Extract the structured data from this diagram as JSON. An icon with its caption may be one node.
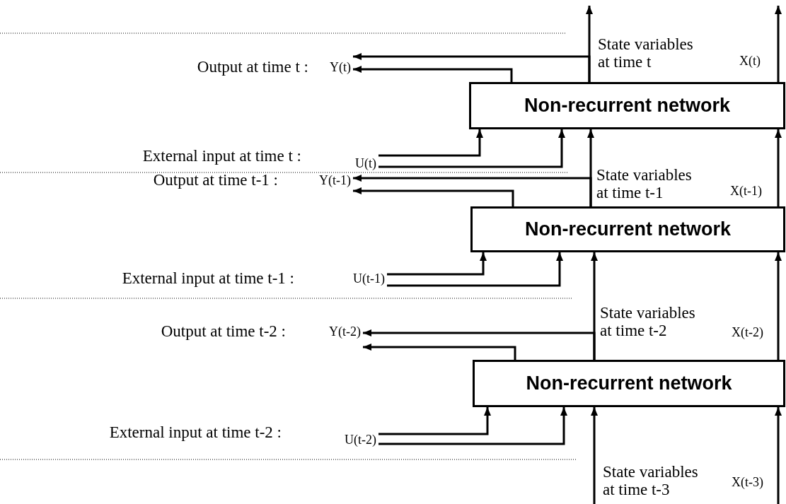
{
  "diagram": {
    "nodes": [
      {
        "text": [
          "Y(t)"
        ]
      },
      {
        "text": [
          "Non-recurrent network"
        ]
      },
      {
        "text": [
          "U(t)"
        ]
      },
      {
        "text": [
          "Y(t-1)"
        ]
      },
      {
        "text": [
          "Non-recurrent network"
        ]
      },
      {
        "text": [
          "U(t-1)"
        ]
      },
      {
        "text": [
          "Y(t-2)"
        ]
      },
      {
        "text": [
          "Non-recurrent network"
        ]
      },
      {
        "text": [
          "U(t-2)"
        ]
      }
    ],
    "edges": [
      {
        "from": 1,
        "to": null,
        "arrow": "to"
      },
      {
        "from": 1,
        "to": null,
        "arrow": "to"
      },
      {
        "from": 1,
        "to": 0,
        "arrow": "to"
      },
      {
        "from": 1,
        "to": 0,
        "arrow": "to"
      },
      {
        "from": 2,
        "to": 1,
        "arrow": "to"
      },
      {
        "from": 2,
        "to": 1,
        "arrow": "to"
      },
      {
        "from": 4,
        "to": 1,
        "arrow": "to"
      },
      {
        "from": 4,
        "to": 1,
        "arrow": "to"
      },
      {
        "from": 4,
        "to": 3,
        "arrow": "to"
      },
      {
        "from": 4,
        "to": 3,
        "arrow": "to"
      },
      {
        "from": 5,
        "to": 4,
        "arrow": "to"
      },
      {
        "from": 5,
        "to": 4,
        "arrow": "to"
      },
      {
        "from": 7,
        "to": 4,
        "arrow": "to"
      },
      {
        "from": 7,
        "to": 4,
        "arrow": "to"
      },
      {
        "from": 7,
        "to": 6,
        "arrow": "to"
      },
      {
        "from": 7,
        "to": 6,
        "arrow": "to"
      },
      {
        "from": 8,
        "to": 7,
        "arrow": "to"
      },
      {
        "from": 8,
        "to": 7,
        "arrow": "to"
      },
      {
        "from": null,
        "to": 7,
        "arrow": "to"
      },
      {
        "from": null,
        "to": 7,
        "arrow": "to"
      }
    ],
    "labels": [
      "Output at time t :",
      "State variables at time t",
      "X(t)",
      "External input at time t :",
      "Output at time t-1 :",
      "State variables at time t-1",
      "X(t-1)",
      "External input at time t-1 :",
      "Output at time t-2 :",
      "State variables at time t-2",
      "X(t-2)",
      "External input at time t-2 :",
      "State variables at time t-3",
      "X(t-3)"
    ]
  }
}
